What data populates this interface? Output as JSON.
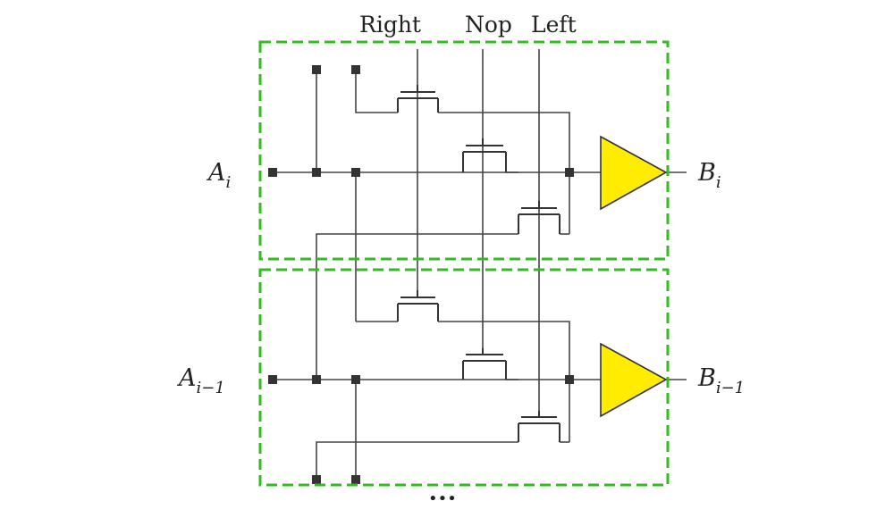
{
  "controls": {
    "right": "Right",
    "nop": "Nop",
    "left": "Left"
  },
  "inputs": [
    {
      "base": "A",
      "sub": "i"
    },
    {
      "base": "A",
      "sub": "i−1"
    }
  ],
  "outputs": [
    {
      "base": "B",
      "sub": "i"
    },
    {
      "base": "B",
      "sub": "i−1"
    }
  ],
  "continuation": "•••",
  "colors": {
    "wire": "#444444",
    "buffer_fill": "#ffec00",
    "buffer_stroke": "#333333",
    "cell_border": "#33bb22",
    "node": "#333333"
  }
}
